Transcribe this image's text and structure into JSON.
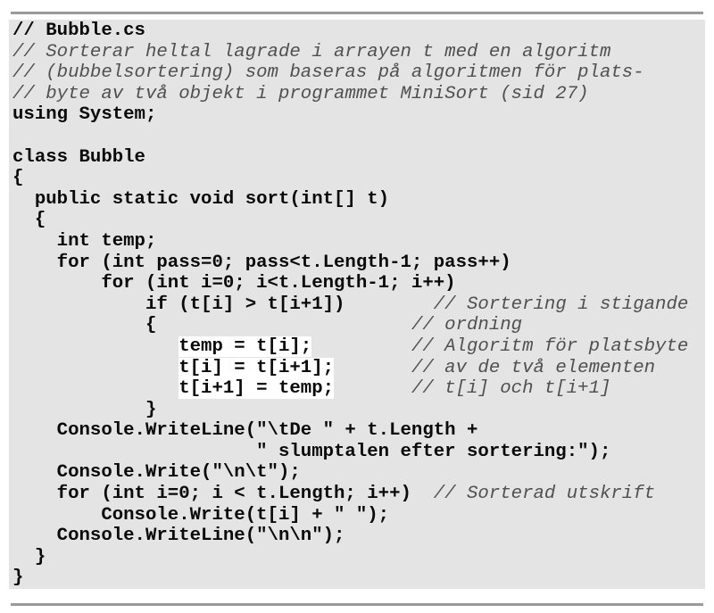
{
  "listing": {
    "title": "Bubble.cs",
    "lines": [
      {
        "code": "// Bubble.cs",
        "comment": ""
      },
      {
        "code": "",
        "comment": "// Sorterar heltal lagrade i arrayen t med en algoritm"
      },
      {
        "code": "",
        "comment": "// (bubbelsortering) som baseras på algoritmen för plats-"
      },
      {
        "code": "",
        "comment": "// byte av två objekt i programmet MiniSort (sid 27)"
      },
      {
        "code": "using System;",
        "comment": ""
      },
      {
        "code": "",
        "comment": ""
      },
      {
        "code": "class Bubble",
        "comment": ""
      },
      {
        "code": "{",
        "comment": ""
      },
      {
        "code": "  public static void sort(int[] t)",
        "comment": ""
      },
      {
        "code": "  {",
        "comment": ""
      },
      {
        "code": "    int temp;",
        "comment": ""
      },
      {
        "code": "    for (int pass=0; pass<t.Length-1; pass++)",
        "comment": ""
      },
      {
        "code": "        for (int i=0; i<t.Length-1; i++)",
        "comment": ""
      },
      {
        "code": "            if (t[i] > t[i+1])        ",
        "comment": "// Sortering i stigande"
      },
      {
        "code": "            {                       ",
        "comment": "// ordning"
      },
      {
        "indent": "               ",
        "highlight": "temp = t[i];",
        "pad": "         ",
        "comment": "// Algoritm för platsbyte"
      },
      {
        "indent": "               ",
        "highlight": "t[i] = t[i+1];",
        "pad": "       ",
        "comment": "// av de två elementen"
      },
      {
        "indent": "               ",
        "highlight": "t[i+1] = temp;",
        "pad": "       ",
        "comment": "// t[i] och t[i+1]"
      },
      {
        "code": "            }",
        "comment": ""
      },
      {
        "code": "    Console.WriteLine(\"\\tDe \" + t.Length +",
        "comment": ""
      },
      {
        "code": "                      \" slumptalen efter sortering:\");",
        "comment": ""
      },
      {
        "code": "    Console.Write(\"\\n\\t\");",
        "comment": ""
      },
      {
        "code": "    for (int i=0; i < t.Length; i++)  ",
        "comment": "// Sorterad utskrift"
      },
      {
        "code": "        Console.Write(t[i] + \" \");",
        "comment": ""
      },
      {
        "code": "    Console.WriteLine(\"\\n\\n\");",
        "comment": ""
      },
      {
        "code": "  }",
        "comment": ""
      },
      {
        "code": "}",
        "comment": ""
      }
    ]
  }
}
